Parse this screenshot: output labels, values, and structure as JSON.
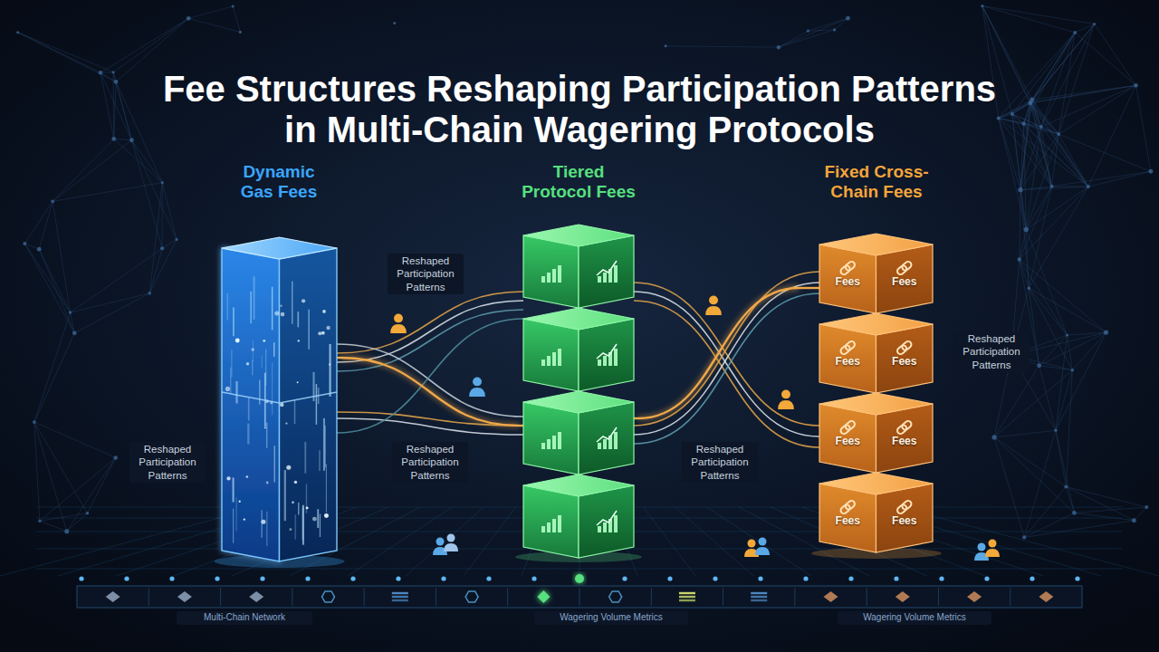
{
  "diagram": {
    "title": "Fee Structures Reshaping Participation Patterns in Multi-Chain Wagering Protocols",
    "nodes": [
      {
        "text": [
          "Dynamic Gas Fees"
        ]
      },
      {
        "text": [
          "Tiered Protocol Fees"
        ]
      },
      {
        "text": [
          "Fixed Cross-Chain Fees"
        ]
      },
      {
        "text": [
          "Fees",
          "Fees"
        ],
        "in": 2
      },
      {
        "text": [
          "Fees",
          "Fees"
        ],
        "in": 2
      },
      {
        "text": [
          "Fees",
          "Fees"
        ],
        "in": 2
      },
      {
        "text": [
          "Fees",
          "Fees"
        ],
        "in": 2
      }
    ],
    "edges": [
      {
        "from": 0,
        "to": 1,
        "arrow": "none"
      },
      {
        "from": 1,
        "to": 2,
        "arrow": "none"
      }
    ],
    "labels": [
      "Reshaped Participation Patterns",
      "Reshaped Participation Patterns",
      "Reshaped Participation Patterns",
      "Reshaped Participation Patterns",
      "Reshaped Participation Patterns",
      "Multi-Chain Network",
      "Wagering Volume Metrics",
      "Wagering Volume Metrics"
    ]
  }
}
